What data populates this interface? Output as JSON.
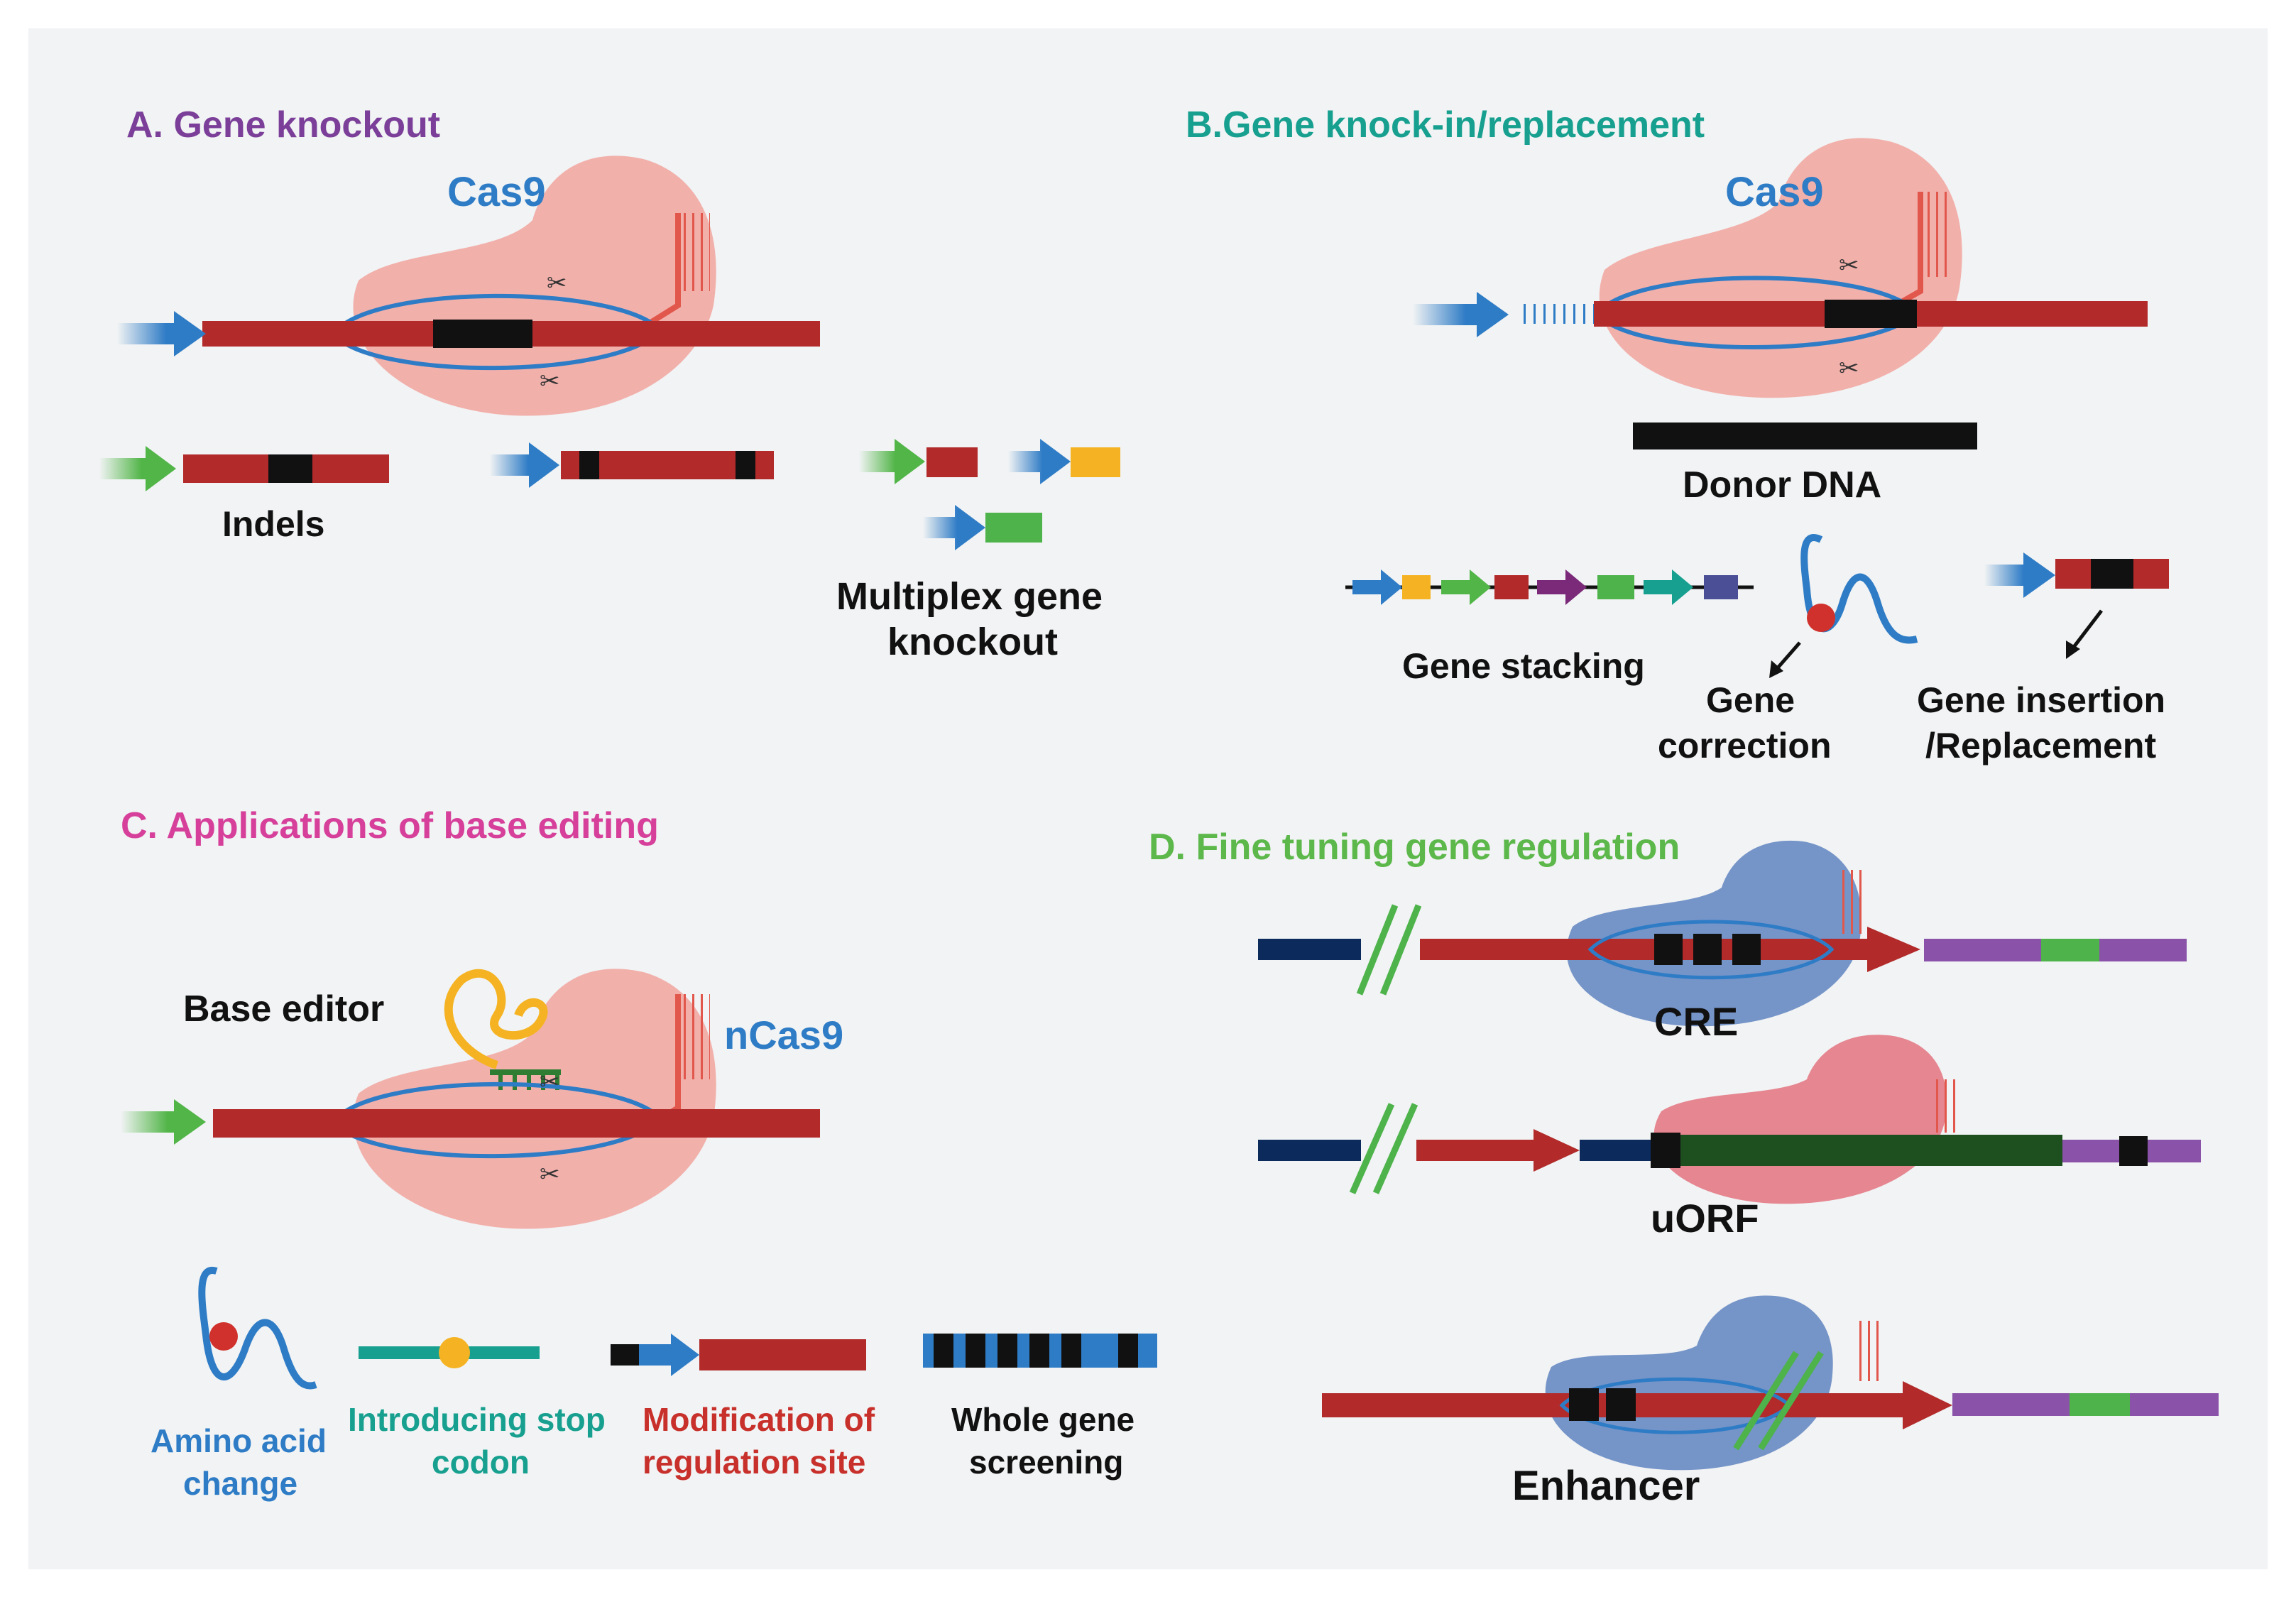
{
  "panels": {
    "a": {
      "title": "A. Gene knockout",
      "protein_label": "Cas9",
      "indels_label": "Indels",
      "multiplex_line1": "Multiplex gene",
      "multiplex_line2": "knockout"
    },
    "b": {
      "title": "B.Gene knock-in/replacement",
      "protein_label": "Cas9",
      "donor_label": "Donor DNA",
      "stacking_label": "Gene stacking",
      "correction_line1": "Gene",
      "correction_line2": "correction",
      "insertion_line1": "Gene insertion",
      "insertion_line2": "/Replacement"
    },
    "c": {
      "title": "C. Applications of base editing",
      "editor_label": "Base editor",
      "protein_label": "nCas9",
      "aa_line1": "Amino acid",
      "aa_line2": "change",
      "stop_line1": "Introducing stop",
      "stop_line2": "codon",
      "reg_line1": "Modification of",
      "reg_line2": "regulation site",
      "screen_line1": "Whole gene",
      "screen_line2": "screening"
    },
    "d": {
      "title": "D. Fine tuning gene regulation",
      "cre_label": "CRE",
      "uorf_label": "uORF",
      "enhancer_label": "Enhancer"
    }
  },
  "colors": {
    "panel_bg": "#f1f3f4",
    "title_a": "#7b3f99",
    "title_b": "#17a08f",
    "title_c": "#d6409a",
    "title_d": "#5cb84a",
    "cas9_pink": "#f2a9a3",
    "cas9_blue": "#5f82c0",
    "dna_red": "#b22a2a",
    "dna_black": "#111111",
    "arrow_blue": "#2f7cc6",
    "arrow_green": "#52b548",
    "label_blue": "#2f7cc6",
    "label_teal": "#17a08f",
    "label_red": "#c8302b",
    "navy": "#0d2a5c",
    "purple": "#8a52a8",
    "green_block": "#4db34a",
    "orange": "#f5b323",
    "dark_green": "#1d4f1f"
  }
}
